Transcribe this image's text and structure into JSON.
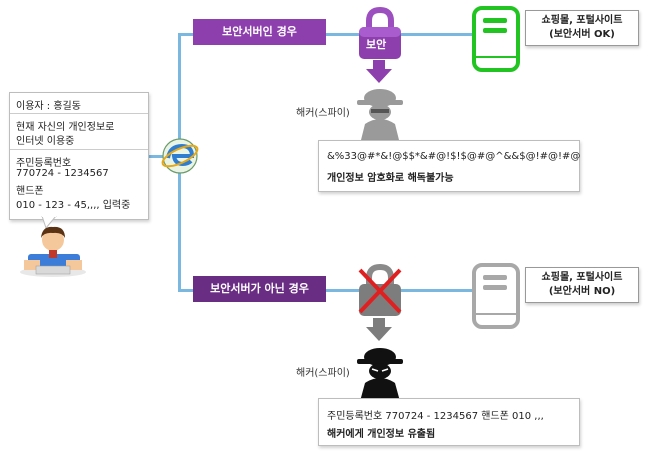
{
  "user_box": {
    "user_line": "이용자 : 홍길동",
    "status_line1": "현재 자신의 개인정보로",
    "status_line2": "인터넷 이용중",
    "field1_label": "주민등록번호",
    "field1_value": "770724 - 1234567",
    "field2_label": "핸드폰",
    "field2_value": "010 - 123 - 45,,,, 입력중"
  },
  "secure_path": {
    "banner": "보안서버인 경우",
    "lock_label": "보안",
    "hacker_label": "해커(스파이)",
    "encrypted_text": "&%33@#*&!@$$*&#@!$!$@#@^&&$@!#@!#@",
    "result_text": "개인정보 암호화로 해독불가능",
    "server_line1": "쇼핑몰, 포털사이트",
    "server_line2": "(보안서버 OK)"
  },
  "insecure_path": {
    "banner": "보안서버가 아닌 경우",
    "hacker_label": "해커(스파이)",
    "leaked_text": "주민등록번호 770724 - 1234567 핸드폰 010 ,,,",
    "result_text": "해커에게 개인정보 유출됨",
    "server_line1": "쇼핑몰, 포털사이트",
    "server_line2": "(보안서버 NO)"
  },
  "colors": {
    "secure_purple": "#8e3fae",
    "insecure_purple": "#6a2d84",
    "server_green": "#22c422",
    "connector_blue": "#7ab8e0",
    "cross_red": "#e02020"
  }
}
